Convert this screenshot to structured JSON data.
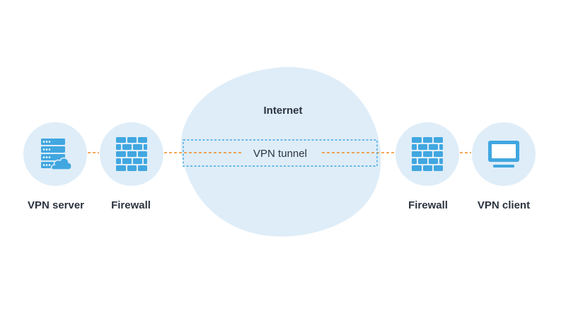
{
  "colors": {
    "circle_fill": "#deedf8",
    "cloud_fill": "#deedf8",
    "icon_blue": "#41a7e0",
    "tunnel_line": "#f08a24",
    "tunnel_box_stroke": "#41a7e0",
    "text": "#2c3440"
  },
  "nodes": {
    "vpn_server": {
      "label": "VPN server",
      "icon": "server-cloud-icon"
    },
    "firewall_left": {
      "label": "Firewall",
      "icon": "brick-wall-icon"
    },
    "firewall_right": {
      "label": "Firewall",
      "icon": "brick-wall-icon"
    },
    "vpn_client": {
      "label": "VPN client",
      "icon": "monitor-icon"
    }
  },
  "internet": {
    "label": "Internet"
  },
  "tunnel": {
    "label": "VPN tunnel"
  }
}
